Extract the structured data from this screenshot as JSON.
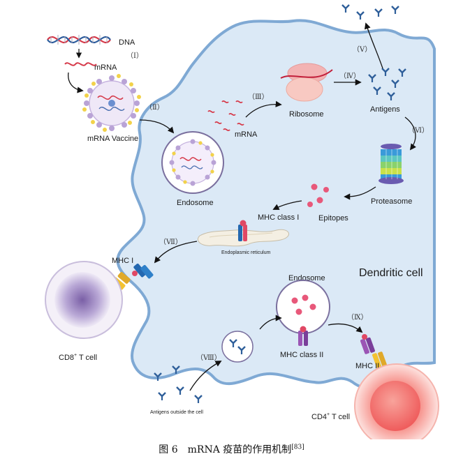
{
  "labels": {
    "dna": "DNA",
    "mrna_top": "mRNA",
    "mrna_vaccine": "mRNA Vaccine",
    "endosome_1": "Endosome",
    "mrna_mid": "mRNA",
    "ribosome": "Ribosome",
    "antigens": "Antigens",
    "proteasome": "Proteasome",
    "epitopes": "Epitopes",
    "mhc_class_1": "MHC class I",
    "endoplasmic_reticulum": "Endoplasmic reticulum",
    "mhc_1": "MHC I",
    "cd8_t_cell": "CD8",
    "cd8_sup": "+",
    "cd8_suffix": " T cell",
    "dendritic_cell": "Dendritic cell",
    "endosome_2": "Endosome",
    "mhc_class_2": "MHC class II",
    "mhc_2": "MHC II",
    "cd4_t_cell": "CD4",
    "cd4_sup": "+",
    "cd4_suffix": " T cell",
    "antigens_outside": "Antigens outside the cell"
  },
  "steps": {
    "s1": "（Ⅰ）",
    "s2": "（Ⅱ）",
    "s3": "（Ⅲ）",
    "s4": "（Ⅳ）",
    "s5": "（Ⅴ）",
    "s6": "（Ⅵ）",
    "s7": "（Ⅶ）",
    "s8": "（Ⅷ）",
    "s9": "（Ⅸ）"
  },
  "caption": {
    "text": "图 6　mRNA 疫苗的作用机制",
    "ref": "[83]"
  },
  "colors": {
    "cell_fill": "#dbe9f6",
    "cell_stroke": "#7fa9d4",
    "epitope": "#e8587a",
    "antigen": "#2f5f9a",
    "mhc_red": "#e04864",
    "mhc_blue": "#2468b0",
    "mhc_yellow": "#f3c232",
    "mhc_purple": "#9b55b5",
    "cd8_cell": "#8f79b8",
    "cd4_cell": "#f26d6d"
  }
}
